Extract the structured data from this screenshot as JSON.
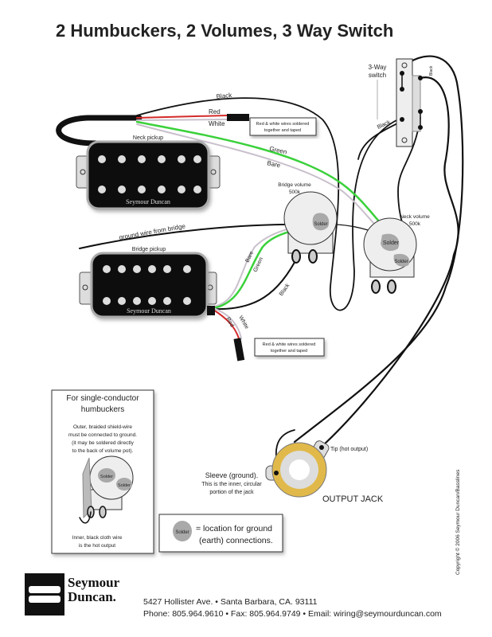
{
  "title": "2 Humbuckers, 2 Volumes, 3 Way Switch",
  "pickups": {
    "neck_label": "Neck pickup",
    "bridge_label": "Bridge pickup",
    "brand_print": "Seymour Duncan"
  },
  "wires": {
    "black": "Black",
    "red": "Red",
    "white": "White",
    "green": "Green",
    "bare": "Bare",
    "ground_from_bridge": "ground wire from bridge"
  },
  "notes": {
    "taped": [
      "Red & white wires soldered",
      "together and taped"
    ]
  },
  "pots": {
    "bridge": [
      "Bridge volume",
      "500k"
    ],
    "neck": [
      "Neck volume",
      "500k"
    ],
    "solder": "Solder"
  },
  "switch": {
    "label": [
      "3-Way",
      "switch"
    ]
  },
  "jack": {
    "tip": "Tip (hot output)",
    "sleeve": [
      "Sleeve (ground).",
      "This is the inner, circular",
      "portion of the jack"
    ],
    "label": "OUTPUT JACK"
  },
  "inset": {
    "title": [
      "For single-conductor",
      "humbuckers"
    ],
    "body": [
      "Outer, braided shield-wire",
      "must be connected to ground.",
      "(it may be soldered directly",
      "to the back of volume pot)."
    ],
    "footer": [
      "Inner, black cloth wire",
      "is the hot output"
    ]
  },
  "legend": {
    "text": [
      "= location for ground",
      "(earth) connections."
    ]
  },
  "footer": {
    "logo": [
      "Seymour",
      "Duncan."
    ],
    "address": "5427 Hollister Ave. • Santa Barbara, CA. 93111",
    "contact": "Phone: 805.964.9610 • Fax: 805.964.9749 • Email: wiring@seymourduncan.com",
    "copyright": "Copyright © 2006 Seymour Duncan/Basslines"
  },
  "colors": {
    "green_wire": "#3ad13a",
    "red_wire": "#d42a2a",
    "bare_wire": "#c9c0cc",
    "solder": "#a9a9a9",
    "jack_ring": "#e0b94a"
  }
}
